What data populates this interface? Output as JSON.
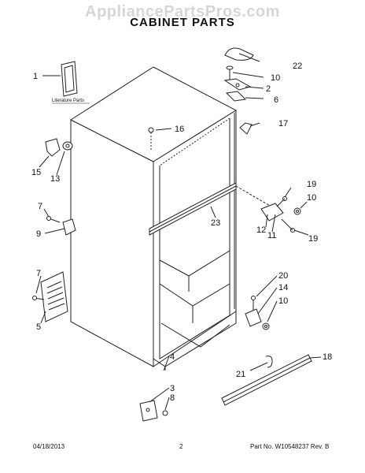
{
  "header": {
    "watermark": "AppliancePartsPros.com",
    "title": "CABINET PARTS"
  },
  "labels": {
    "literature_parts": "Literature Parts",
    "callouts": [
      "1",
      "2",
      "3",
      "4",
      "5",
      "6",
      "7",
      "7",
      "8",
      "9",
      "10",
      "10",
      "10",
      "11",
      "12",
      "13",
      "14",
      "15",
      "16",
      "17",
      "18",
      "19",
      "19",
      "20",
      "21",
      "22",
      "23"
    ]
  },
  "footer": {
    "date": "04/18/2013",
    "page": "2",
    "part_no": "Part No. W10548237 Rev. B"
  },
  "colors": {
    "line": "#222222",
    "watermark": "#d6d6d6"
  }
}
